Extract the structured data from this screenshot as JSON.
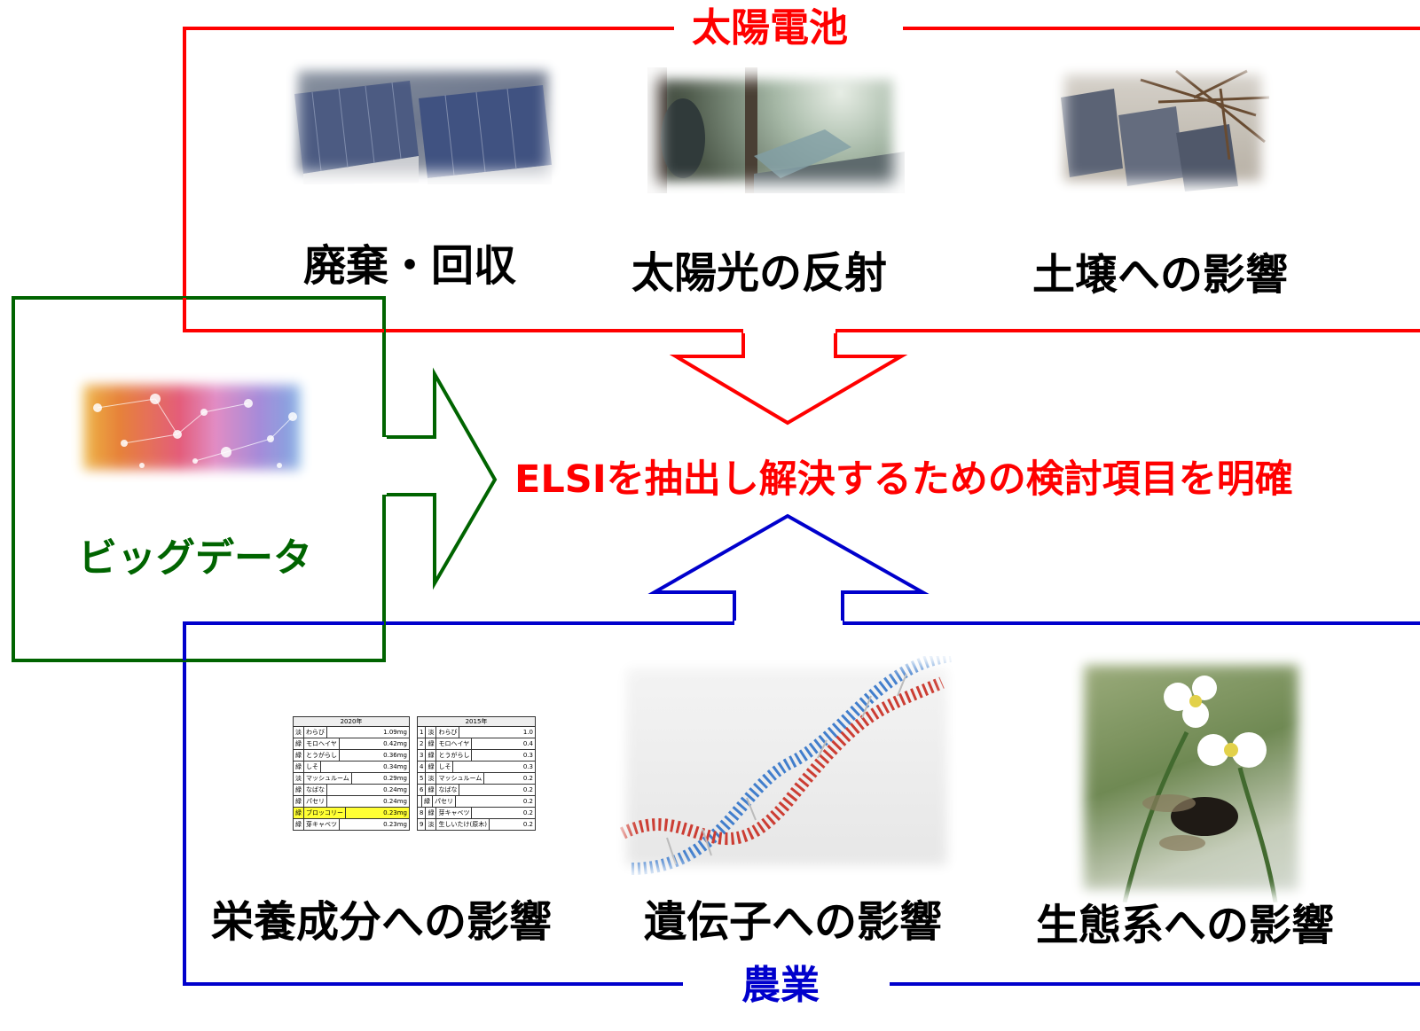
{
  "solar": {
    "title": "太陽電池",
    "color": "#ff0000",
    "items": [
      {
        "label": "廃棄・回収"
      },
      {
        "label": "太陽光の反射"
      },
      {
        "label": "土壌への影響"
      }
    ]
  },
  "bigdata": {
    "label": "ビッグデータ",
    "color": "#006400"
  },
  "center": {
    "text": "ELSIを抽出し解決するための検討項目を明確",
    "color": "#ff0000"
  },
  "agri": {
    "title": "農業",
    "color": "#0000cc",
    "items": [
      {
        "label": "栄養成分への影響"
      },
      {
        "label": "遺伝子への影響"
      },
      {
        "label": "生態系への影響"
      }
    ]
  },
  "table_left": {
    "header": "2020年",
    "rows": [
      [
        "淡",
        "わらび",
        "1.09mg"
      ],
      [
        "緑",
        "モロヘイヤ",
        "0.42mg"
      ],
      [
        "緑",
        "とうがらし",
        "0.36mg"
      ],
      [
        "緑",
        "しそ",
        "0.34mg"
      ],
      [
        "淡",
        "マッシュルーム",
        "0.29mg"
      ],
      [
        "緑",
        "なばな",
        "0.24mg"
      ],
      [
        "緑",
        "パセリ",
        "0.24mg"
      ],
      [
        "緑",
        "ブロッコリー",
        "0.23mg"
      ],
      [
        "緑",
        "芽キャベツ",
        "0.23mg"
      ]
    ]
  },
  "table_right": {
    "header": "2015年",
    "rows": [
      [
        "1",
        "淡",
        "わらび",
        "1.0"
      ],
      [
        "2",
        "緑",
        "モロヘイヤ",
        "0.4"
      ],
      [
        "3",
        "緑",
        "とうがらし",
        "0.3"
      ],
      [
        "4",
        "緑",
        "しそ",
        "0.3"
      ],
      [
        "5",
        "淡",
        "マッシュルーム",
        "0.2"
      ],
      [
        "6",
        "緑",
        "なばな",
        "0.2"
      ],
      [
        "",
        "緑",
        "パセリ",
        "0.2"
      ],
      [
        "8",
        "緑",
        "芽キャベツ",
        "0.2"
      ],
      [
        "9",
        "淡",
        "生しいたけ(原木)",
        "0.2"
      ]
    ]
  }
}
